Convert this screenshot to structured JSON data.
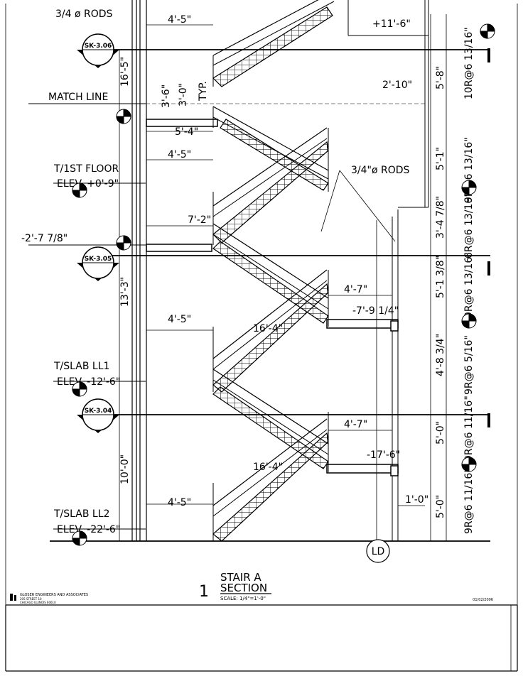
{
  "drawing": {
    "number": "1",
    "title_line1": "STAIR A",
    "title_line2": "SECTION",
    "scale": "SCALE: 1/4\"=1'-0\"",
    "grid_bubble": "LD",
    "date_stamp": "01/02/2006"
  },
  "firm": {
    "name": "GLOSER ENGINEERS AND ASSOCIATES",
    "address_line1": "205 STREET 10",
    "address_line2": "CHICAGO ILLINOIS 60610"
  },
  "section_markers": [
    "SK-3.06",
    "SK-3.05",
    "SK-3.04"
  ],
  "level_labels": {
    "first_floor_name": "T/1ST FLOOR",
    "first_floor_elev": "ELEV. +0'-9\"",
    "ll1_name": "T/SLAB LL1",
    "ll1_elev": "ELEV. -12'-6\"",
    "ll2_name": "T/SLAB LL2",
    "ll2_elev": "ELEV. -22'-6\""
  },
  "notes": {
    "rods_top": "3/4 ø RODS",
    "rods_mid": "3/4\"ø RODS",
    "match_line": "MATCH LINE",
    "typ": "TYP."
  },
  "dimensions": {
    "run_top": "4'-5\"",
    "elev_top": "+11'-6\"",
    "height_upper": "16'-5\"",
    "rail_a": "3'-6\"",
    "rail_b": "3'-0\"",
    "landing_width": "2'-10\"",
    "landing_depth": "5'-4\"",
    "run_second": "4'-5\"",
    "landing_span": "7'-2\"",
    "elev_mid": "-2'-7 7/8\"",
    "height_middle": "13'-3\"",
    "run_third": "4'-5\"",
    "stair_len_a": "16'-4\"",
    "offset_a": "4'-7\"",
    "elev_lower_a": "-7'-9 1/4\"",
    "height_lower": "10'-0\"",
    "offset_b": "4'-7\"",
    "stair_len_b": "16'-4\"",
    "elev_lower_b": "-17'-6\"",
    "rail_c": "1'-0\"",
    "run_bottom": "4'-5\""
  },
  "vertical_dims": {
    "rise_1": "5'-8\"",
    "risers_1": "10R@6 13/16\"",
    "rise_2": "5'-1\"",
    "risers_2": "9R@6 13/16\"",
    "rise_3": "3'-4 7/8\"",
    "risers_3": "6R@6 13/16\"",
    "rise_4": "5'-1 3/8\"",
    "risers_4": "9R@6 13/16\"",
    "rise_5": "4'-8 3/4\"",
    "risers_5": "9R@6 5/16\"",
    "rise_6": "5'-0\"",
    "risers_6": "9R@6 11/16\"",
    "rise_7": "5'-0\"",
    "risers_7": "9R@6 11/16\""
  },
  "colors": {
    "ink": "#000000",
    "paper": "#ffffff"
  }
}
